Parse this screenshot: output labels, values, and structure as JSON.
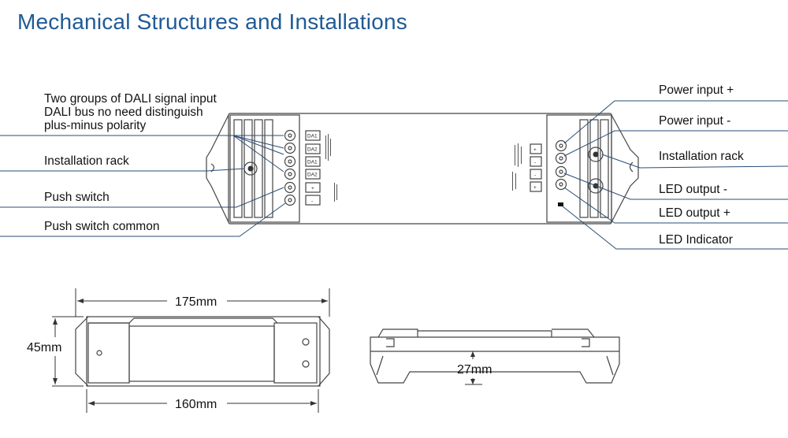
{
  "title": "Mechanical Structures and Installations",
  "left_labels": {
    "dali_line1": "Two groups of DALI signal input",
    "dali_line2": "DALI bus no need distinguish",
    "dali_line3": "plus-minus polarity",
    "installation_rack": "Installation rack",
    "push_switch": "Push switch",
    "push_switch_common": "Push switch common"
  },
  "right_labels": {
    "power_plus": "Power input +",
    "power_minus": "Power input -",
    "installation_rack": "Installation rack",
    "led_minus": "LED output -",
    "led_plus": "LED output +",
    "led_indicator": "LED Indicator"
  },
  "terminals": {
    "da": [
      "DA1",
      "DA2",
      "DA1",
      "DA2"
    ],
    "plus": "+",
    "minus": "-",
    "right": [
      "+",
      "-",
      "-",
      "+"
    ]
  },
  "dimensions": {
    "length_total": "175mm",
    "length_mount": "160mm",
    "width": "45mm",
    "height": "27mm"
  },
  "colors": {
    "title": "#1f5a96",
    "leader": "#2a4d75"
  }
}
